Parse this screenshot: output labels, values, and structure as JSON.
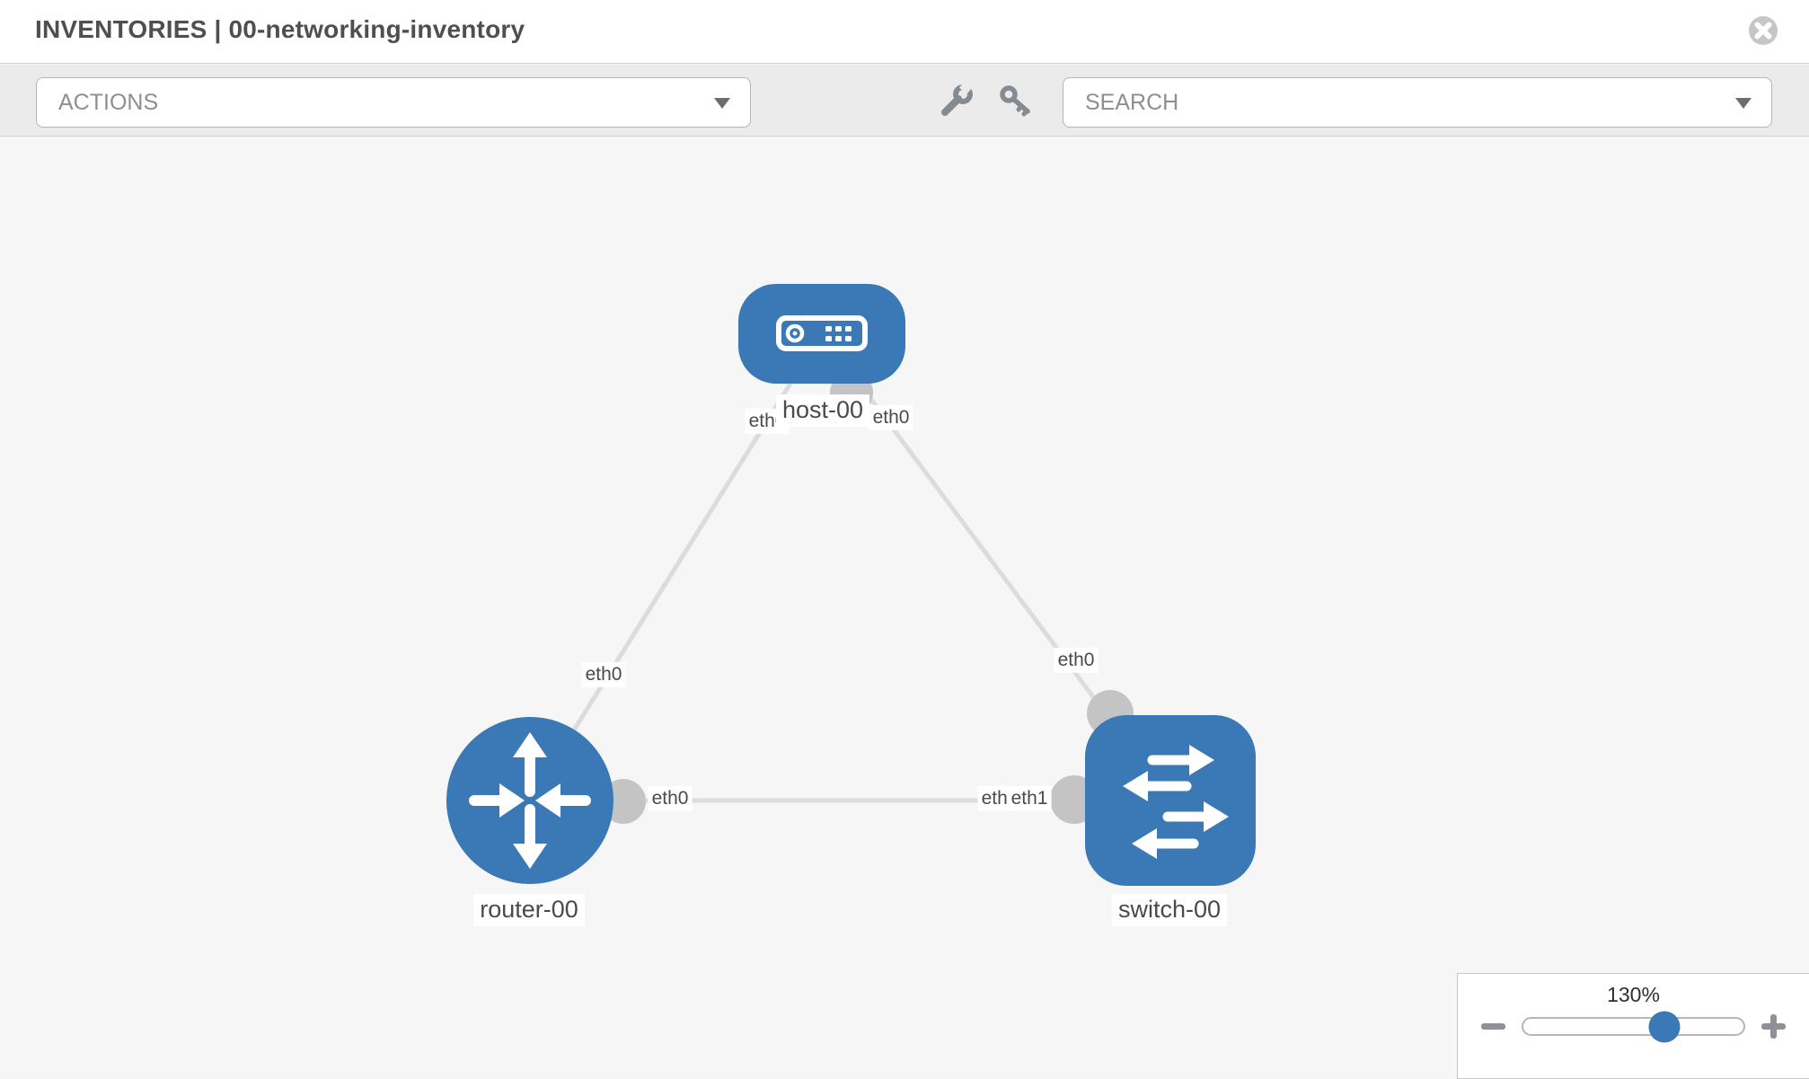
{
  "header": {
    "title": "INVENTORIES | 00-networking-inventory"
  },
  "toolbar": {
    "actions_label": "ACTIONS",
    "search_label": "SEARCH",
    "icons": [
      "wrench-icon",
      "key-icon"
    ]
  },
  "topology": {
    "nodes": [
      {
        "label": "host-00",
        "type": "host"
      },
      {
        "label": "router-00",
        "type": "router"
      },
      {
        "label": "switch-00",
        "type": "switch"
      }
    ],
    "links": [
      {
        "from": "host-00",
        "to": "router-00",
        "from_if": "eth0",
        "to_if": "eth0"
      },
      {
        "from": "host-00",
        "to": "switch-00",
        "from_if": "eth0",
        "to_if": "eth0"
      },
      {
        "from": "router-00",
        "to": "switch-00",
        "from_if": "eth0",
        "to_if": "eth1"
      }
    ],
    "overlapping_port_labels": {
      "back": "eth0",
      "front": "eth1"
    }
  },
  "zoom_control": {
    "level": "130%",
    "value": 130
  },
  "colors": {
    "node_blue": "#3a79b5",
    "link_gray": "#dcdcdc",
    "interface_gray": "#c4c4c4",
    "toolbar_gray": "#ebebeb",
    "canvas_gray": "#f5f6f5"
  }
}
